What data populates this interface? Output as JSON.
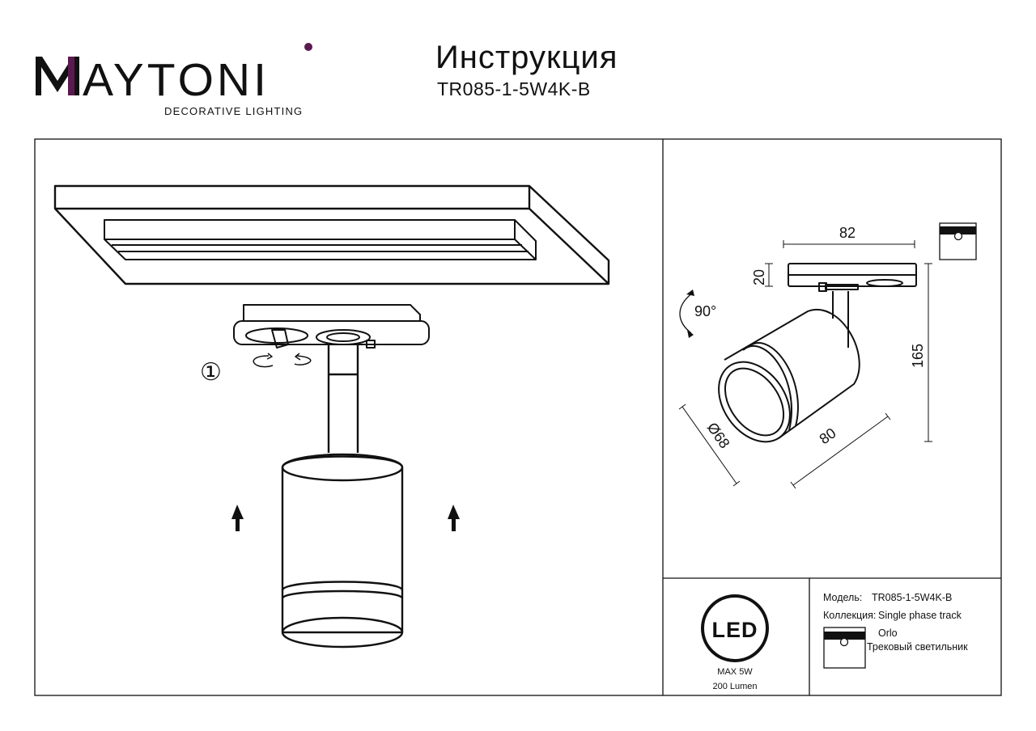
{
  "brand": {
    "name_left": "M",
    "name_right": "AYTONI",
    "tagline": "DECORATIVE LIGHTING",
    "accent_color": "#5b1a4f"
  },
  "header": {
    "title": "Инструкция",
    "model": "TR085-1-5W4K-B"
  },
  "install": {
    "step_marker": "①"
  },
  "dimensions": {
    "width": "82",
    "height_base": "20",
    "rotation": "90°",
    "total_height": "165",
    "diameter": "Ø68",
    "length": "80"
  },
  "specs": {
    "led_label": "LED",
    "power": "MAX 5W",
    "lumen": "200 Lumen"
  },
  "info": {
    "model_label": "Модель:",
    "model_value": "TR085-1-5W4K-B",
    "collection_label": "Коллекция:",
    "collection_value": "Single phase track",
    "series": "Orlo",
    "type": "Трековый светильник"
  }
}
